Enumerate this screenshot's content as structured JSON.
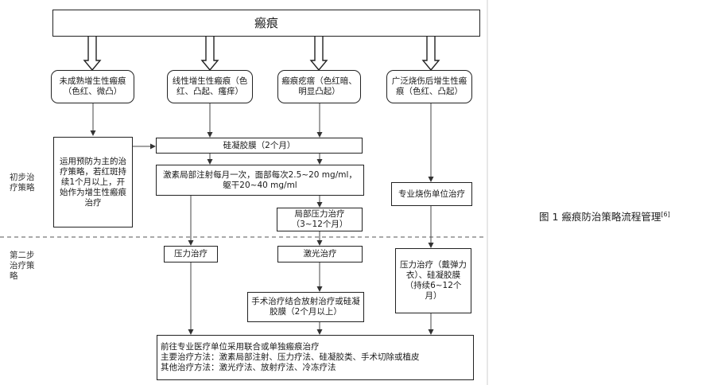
{
  "root": "瘢痕",
  "categories": [
    "未成熟增生性瘢痕（色红、微凸）",
    "线性增生性瘢痕（色红、凸起、瘙痒）",
    "瘢痕疙瘩（色红暗、明显凸起）",
    "广泛烧伤后增生性瘢痕（色红、凸起）"
  ],
  "phases": {
    "initial": "初步治疗策略",
    "second": "第二步治疗策略"
  },
  "nodes": {
    "prevention": "运用预防为主的治疗策略，若红斑持续1个月以上，开始作为增生性瘢痕治疗",
    "silicone_gel": "硅凝胶膜（2个月）",
    "steroid": "激素局部注射每月一次，面部每次2.5~20 mg/ml，躯干20~40 mg/ml",
    "local_pressure": "局部压力治疗\n（3~12个月）",
    "burn_unit": "专业烧伤单位治疗",
    "pressure": "压力治疗",
    "laser": "激光治疗",
    "surgery": "手术治疗结合放射治疗或硅凝胶膜（2个月以上）",
    "burn_pressure": "压力治疗（戴弹力衣）、硅凝胶膜（持续6~12个月）",
    "final_line1": "前往专业医疗单位采用联合或单独瘢痕治疗",
    "final_line2": "主要治疗方法：激素局部注射、压力疗法、硅凝胶类、手术切除或植皮",
    "final_line3": "其他治疗方法：激光疗法、放射疗法、冷冻疗法"
  },
  "caption": {
    "text": "图 1  瘢痕防治策略流程管理",
    "ref": "[6]"
  }
}
